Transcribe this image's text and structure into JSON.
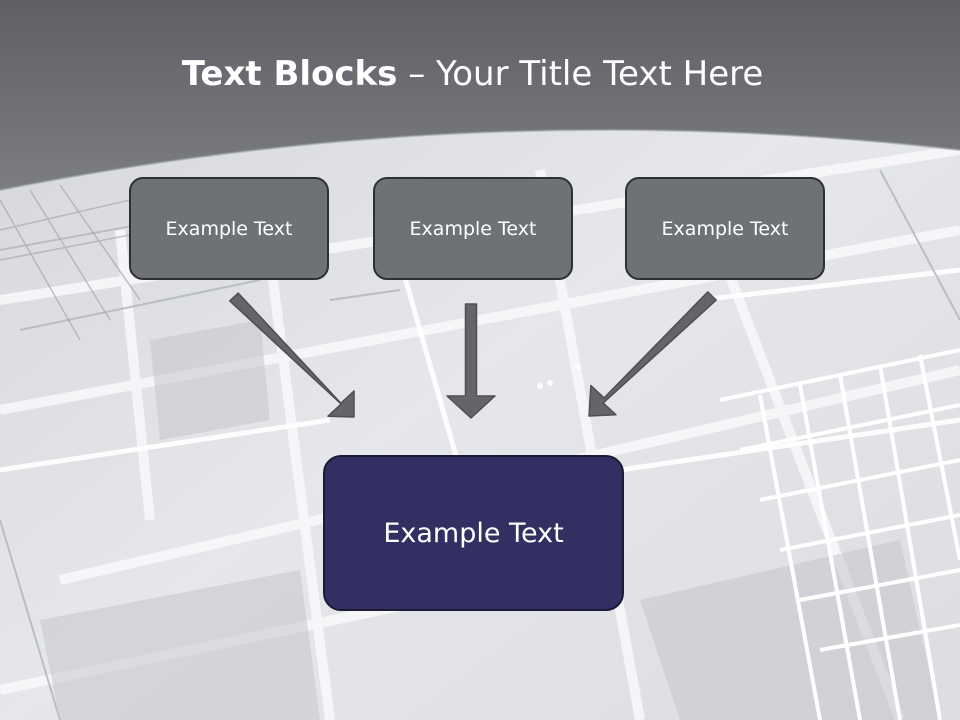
{
  "title": {
    "bold_part": "Text Blocks",
    "rest": " – Your Title Text Here"
  },
  "boxes": [
    {
      "label": "Example Text"
    },
    {
      "label": "Example Text"
    },
    {
      "label": "Example Text"
    }
  ],
  "main_box": {
    "label": "Example Text"
  },
  "colors": {
    "header_band": "#6b6d72",
    "box_fill": "#6e7176",
    "main_box_fill": "#323063",
    "arrow": "#63656a",
    "background": "#e2e3e7"
  }
}
